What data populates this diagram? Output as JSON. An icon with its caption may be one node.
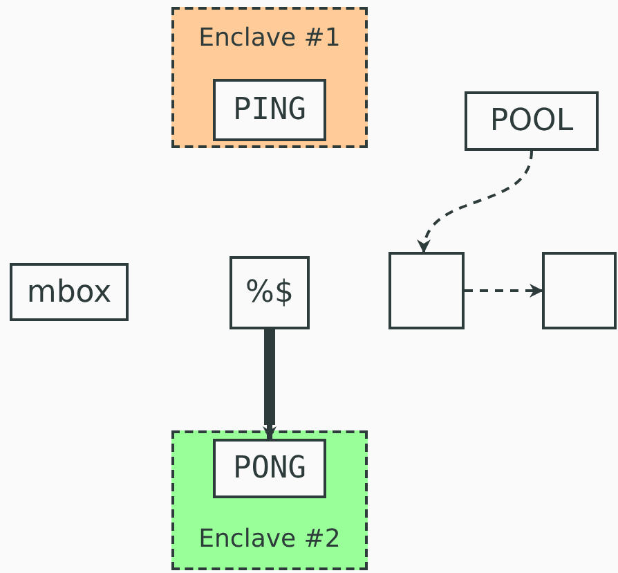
{
  "diagram": {
    "nodes": [
      {
        "text": [
          "Enclave #1"
        ]
      },
      {
        "text": [
          "PING"
        ],
        "in": 0
      },
      {
        "text": [
          "POOL"
        ]
      },
      {
        "text": [
          "mbox"
        ]
      },
      {
        "text": [
          "%$"
        ]
      },
      {
        "text": [],
        "shape": "box"
      },
      {
        "text": [],
        "shape": "box"
      },
      {
        "text": [
          "Enclave #2"
        ]
      },
      {
        "text": [
          "PONG"
        ],
        "in": 7
      }
    ],
    "edges": [
      {
        "from": 2,
        "to": 5,
        "arrow": "to",
        "style": "dashed"
      },
      {
        "from": 5,
        "to": 6,
        "arrow": "to",
        "style": "dashed"
      },
      {
        "from": 4,
        "to": 8,
        "arrow": "to",
        "style": "thick"
      }
    ]
  }
}
